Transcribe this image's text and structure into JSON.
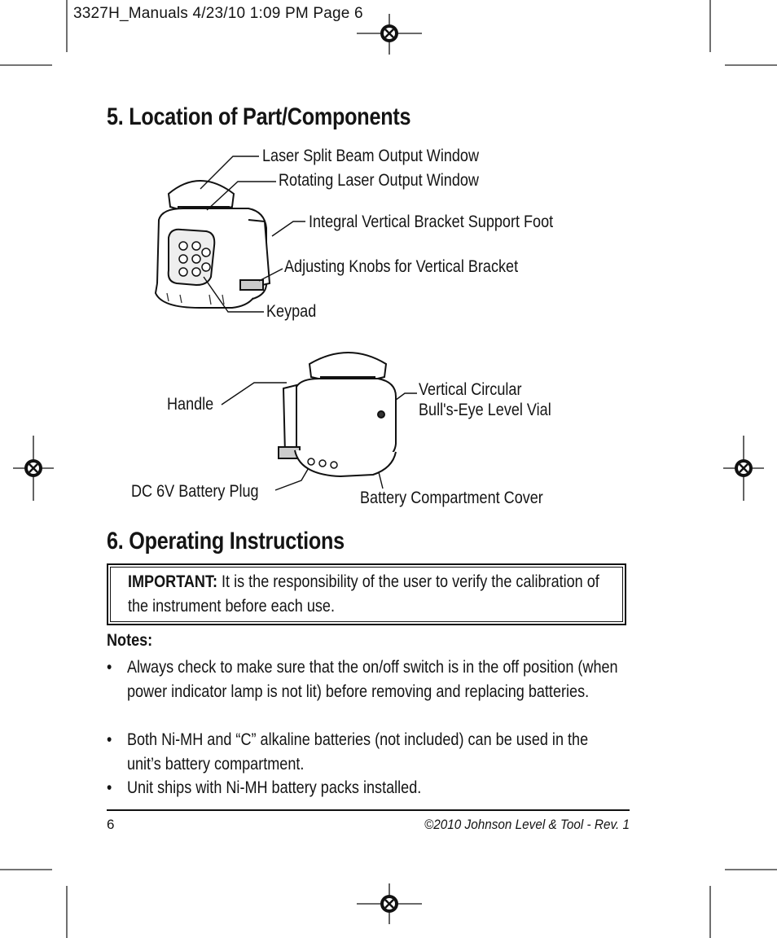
{
  "slug_line": "3327H_Manuals  4/23/10  1:09 PM  Page 6",
  "section5": {
    "title": "5. Location of Part/Components",
    "labels": {
      "laser_split": "Laser Split Beam Output Window",
      "rotating_window": "Rotating Laser Output Window",
      "support_foot": "Integral Vertical Bracket Support Foot",
      "adjusting_knobs": "Adjusting Knobs for Vertical Bracket",
      "keypad": "Keypad",
      "handle": "Handle",
      "vial_line1": "Vertical Circular",
      "vial_line2": "Bull's-Eye Level Vial",
      "battery_plug": "DC 6V Battery Plug",
      "battery_cover": "Battery Compartment Cover"
    }
  },
  "section6": {
    "title": "6. Operating Instructions",
    "important_label": "IMPORTANT:",
    "important_text": " It is the responsibility of the user to verify the calibration of the instrument before each use.",
    "notes_heading": "Notes:",
    "bullet_char": "•",
    "notes": [
      "Always check to make sure that the on/off switch is in the off position (when power indicator lamp is not lit) before removing and replacing batteries.",
      "Both Ni-MH and “C” alkaline batteries (not included) can be used in the unit’s battery compartment.",
      "Unit ships with Ni-MH battery packs installed."
    ]
  },
  "footer": {
    "page_number": "6",
    "copyright": "©2010 Johnson Level & Tool - Rev. 1"
  }
}
